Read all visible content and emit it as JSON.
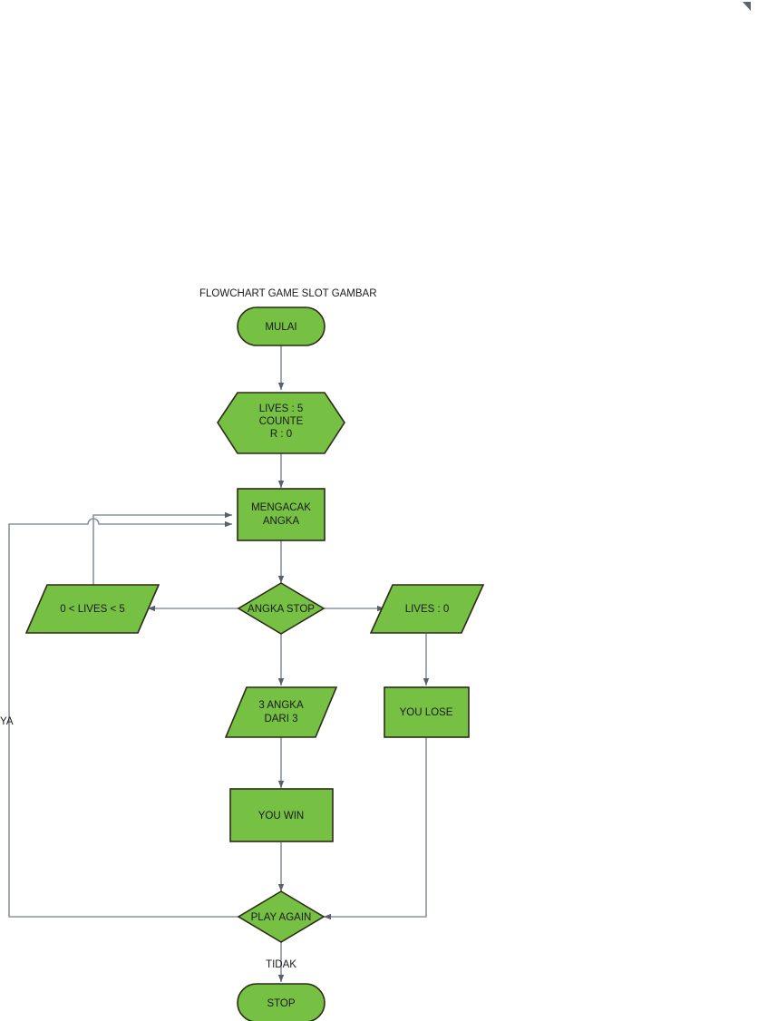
{
  "diagram": {
    "title": "FLOWCHART GAME SLOT GAMBAR",
    "colors": {
      "node_fill": "#76c043",
      "node_stroke": "#2b2b18",
      "connector": "#8b93a0",
      "arrow_head": "#58606e",
      "text": "#1a1a1a",
      "background": "#ffffff"
    },
    "nodes": [
      {
        "id": "mulai",
        "shape": "terminator",
        "lines": [
          "MULAI"
        ]
      },
      {
        "id": "init",
        "shape": "hexagon",
        "lines": [
          "LIVES : 5",
          "COUNTE",
          "R : 0"
        ]
      },
      {
        "id": "mengacak",
        "shape": "rectangle",
        "lines": [
          "MENGACAK",
          "ANGKA"
        ]
      },
      {
        "id": "angkastop",
        "shape": "diamond",
        "lines": [
          "ANGKA STOP"
        ]
      },
      {
        "id": "livesrange",
        "shape": "parallelogram",
        "lines": [
          "0 <  LIVES < 5"
        ]
      },
      {
        "id": "liveszero",
        "shape": "parallelogram",
        "lines": [
          "LIVES : 0"
        ]
      },
      {
        "id": "tigaangka",
        "shape": "parallelogram",
        "lines": [
          "3 ANGKA",
          "DARI 3"
        ]
      },
      {
        "id": "youlose",
        "shape": "rectangle",
        "lines": [
          "YOU LOSE"
        ]
      },
      {
        "id": "youwin",
        "shape": "rectangle",
        "lines": [
          "YOU WIN"
        ]
      },
      {
        "id": "playagain",
        "shape": "diamond",
        "lines": [
          "PLAY AGAIN"
        ]
      },
      {
        "id": "stop",
        "shape": "terminator",
        "lines": [
          "STOP"
        ]
      }
    ],
    "edge_labels": [
      {
        "id": "ya",
        "text": "YA"
      },
      {
        "id": "tidak",
        "text": "TIDAK"
      }
    ]
  }
}
